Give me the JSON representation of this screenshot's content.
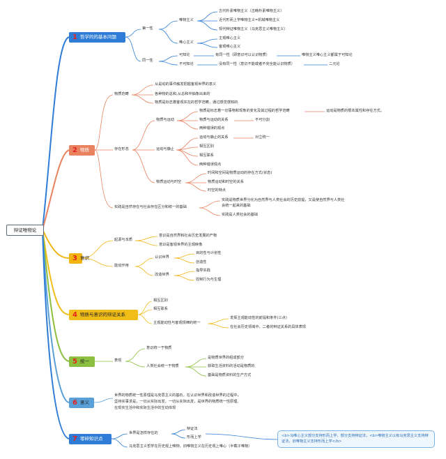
{
  "root": "辩证唯物论",
  "branches": [
    {
      "num": "1",
      "label": "哲学的的基本问题",
      "color": "#2e7cd6"
    },
    {
      "num": "2",
      "label": "物质",
      "color": "#e8825f"
    },
    {
      "num": "3",
      "label": "意识",
      "color": "#f1b411"
    },
    {
      "num": "4",
      "label": "物质与意识的辩证关系",
      "color": "#f0bd19"
    },
    {
      "num": "5",
      "label": "统一",
      "color": "#8cbf3f"
    },
    {
      "num": "6",
      "label": "意义",
      "color": "#5aa0d8"
    },
    {
      "num": "7",
      "label": "零碎知识点",
      "color": "#2e7cd6"
    }
  ],
  "b1": {
    "same": "第一性",
    "materialism": "唯物主义",
    "m1": "古代朴素唯物主义（古韩朴素唯物主义）",
    "m2": "近代形而上学唯物主义=机械唯物主义",
    "m3": "现代辩证唯物主义（马克思主义唯物主义）",
    "idealism": "唯心主义",
    "i1": "主观唯心主义",
    "i2": "客观唯心主义",
    "identity": "同一性",
    "knowable": "可知论",
    "k1": "有同一性（即意识可以认识物质）",
    "k2": "唯物主义唯心主义都属于可知论",
    "unknowable": "不可知论",
    "u1": "没有同一性（意识不能或者不完全能认识物质）",
    "u2": "二元论"
  },
  "b2": {
    "category": "物质范畴",
    "c1": "从是动的事件触发把握客观世界的意义",
    "c2": "各种物的总和,从总和中抽象出来的",
    "c3": "物质是标志着客观实在的哲学范畴，通过感觉感知的",
    "forms": "存在形态",
    "motion": "物质与运动",
    "mo1": "物质是标志着一切事物和现象的变化及其过程的哲学范畴",
    "mo1b": "运动是物质的根本属性和存在方式。",
    "mo2": "物质与运动的关系",
    "mo2b": "不可分割",
    "mo3": "两种错误的观点",
    "still": "运动与静止",
    "s1": "运动与静止的关系",
    "s1b": "对立统一",
    "s2": "相互区别",
    "s3": "相互联系",
    "s4": "两种错误观点",
    "space": "物质运动与时空",
    "sp1": "时间和空间是物质运动的存在方式(状态)",
    "sp2": "物质运动和时空的关系",
    "sp3": "时空的特点",
    "practice": "实践是自然存在与社会存在区分和统一的基础",
    "p1": "实践是物质世界分化为自然界与人类社会的历史前提，又是使自然界与人类社",
    "p1b": "会统一起来的基础",
    "p2": "实践是人类社会的基础"
  },
  "b3": {
    "origin": "起源与本质",
    "o1": "意识是自然界和社会历史发展的产物",
    "o2": "意识是客观世界的主观映像",
    "role": "能动作用",
    "know": "认识世界",
    "k1": "目的性与计划性",
    "k2": "创造性",
    "change": "改造世界",
    "c1": "指导实践",
    "c2": "控制行为与生理"
  },
  "b4": {
    "r1": "相互区别",
    "r2": "相互联系",
    "r3": "主观能动性与客观规律的统一",
    "r3a": "发挥主观能动性的前提和条件(三点)",
    "r3b": "在社会历史领域中，二者的辩证关系的具体表现"
  },
  "b5": {
    "show": "表现",
    "s1": "意识统一于物质",
    "s2": "人类社会统一于物质",
    "s2a": "是物质世界的组成部分",
    "s2b": "获取生活资料的活动是物质的",
    "s2c": "基础是物质资料的生产方式"
  },
  "b6": {
    "l1": "世界的物质统一性原理是马克思主义的基石，在认识世界和改造世界的过程中，",
    "l2": "坚持实事求是，一切从实际出发，一切从实际出发，是世界的物质统一性原理,",
    "l3": "在现实生活中和实际生活中的生动体现"
  },
  "b7": {
    "a": "世界是怎样存在的",
    "a1": "辩证法",
    "a2": "形而上学",
    "b": "马克思主义哲学在历史观上唯物，旧唯物主义在历史观上唯心（半截子唯物）",
    "note": "<b>马唯心主义部分支持形而上学，部分支持辩证法，<b>唯物主义以有马克思主义支持辩证法，旧唯物主义支持形而上学</b>"
  }
}
